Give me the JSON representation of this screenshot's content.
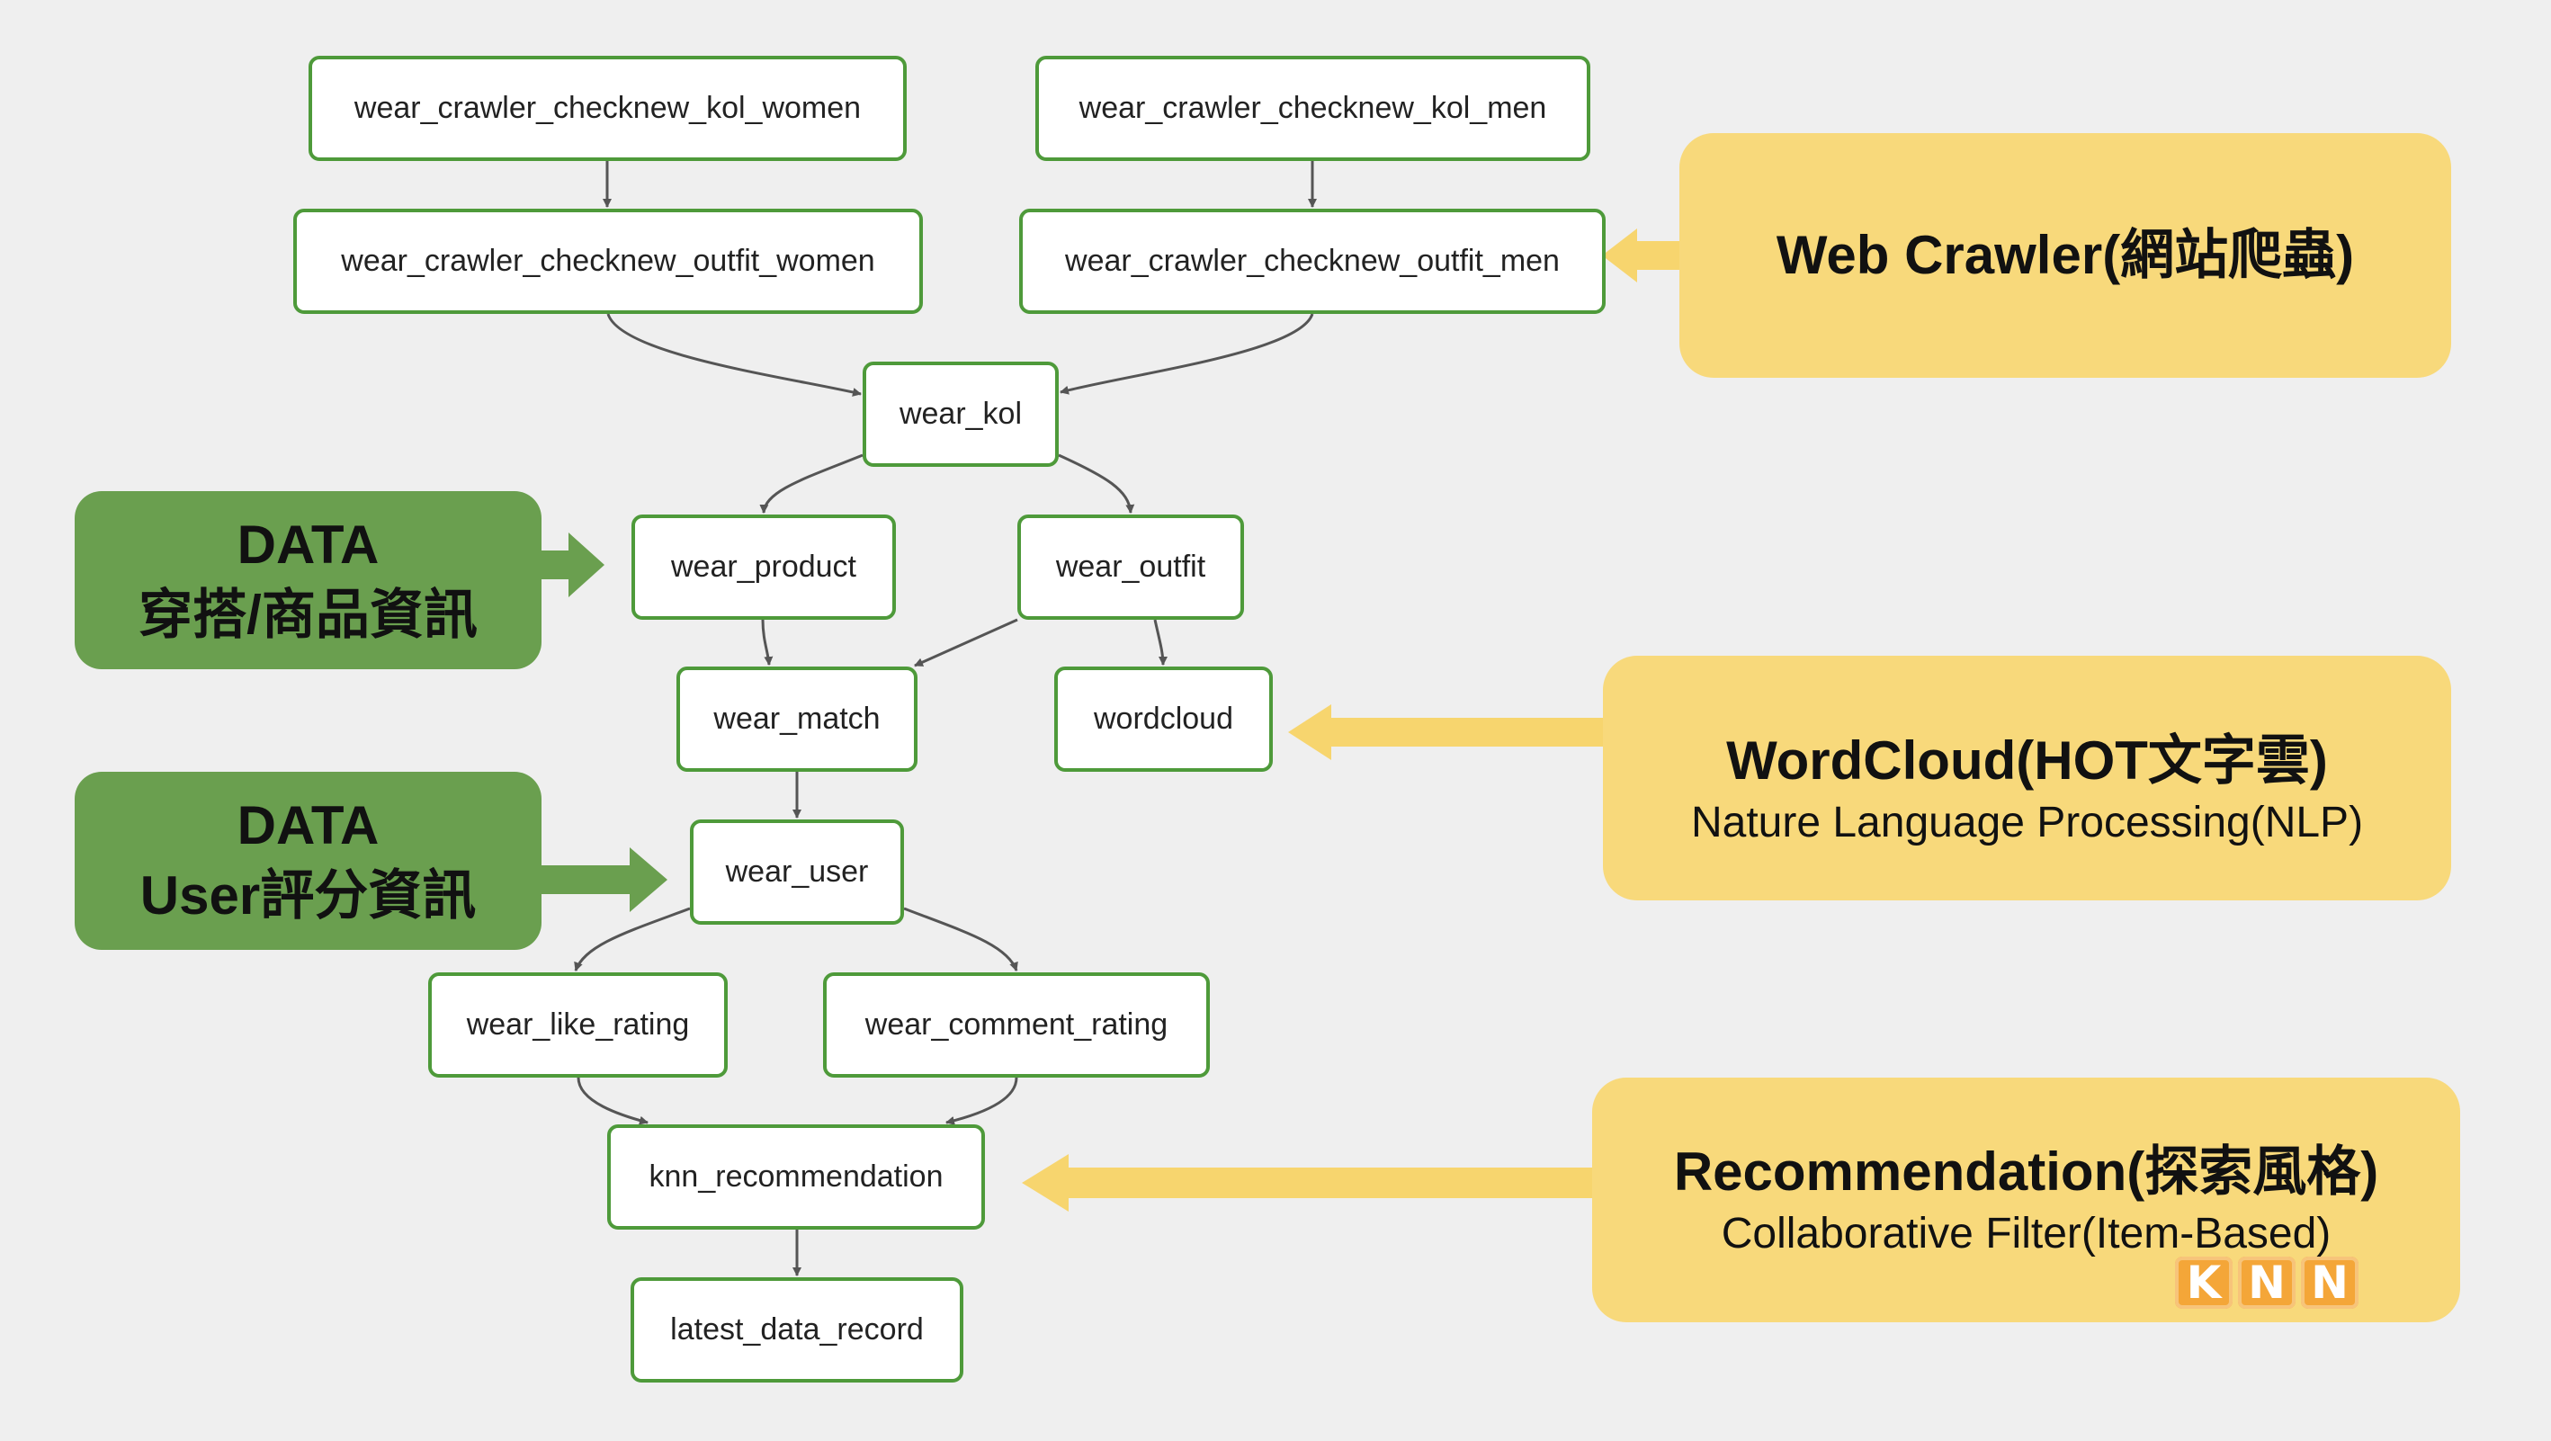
{
  "nodes": [
    "wear_crawler_checknew_kol_women",
    "wear_crawler_checknew_kol_men",
    "wear_crawler_checknew_outfit_women",
    "wear_crawler_checknew_outfit_men",
    "wear_kol",
    "wear_product",
    "wear_outfit",
    "wear_match",
    "wordcloud",
    "wear_user",
    "wear_like_rating",
    "wear_comment_rating",
    "knn_recommendation",
    "latest_data_record"
  ],
  "data_labels": [
    {
      "line1": "DATA",
      "line2": "穿搭/商品資訊"
    },
    {
      "line1": "DATA",
      "line2": "User評分資訊"
    }
  ],
  "annotations": {
    "crawler": {
      "title": "Web Crawler(網站爬蟲)",
      "subtitle": ""
    },
    "wordcloud": {
      "title": "WordCloud(HOT文字雲)",
      "subtitle": "Nature Language Processing(NLP)"
    },
    "recommendation": {
      "title": "Recommendation(探索風格)",
      "subtitle": "Collaborative Filter(Item-Based)"
    }
  },
  "badge": [
    "K",
    "N",
    "N"
  ],
  "colors": {
    "node_border": "#4e9a3a",
    "node_fill": "#ffffff",
    "edge": "#555555",
    "green_box": "#6a9f4f",
    "yellow_box": "#f8d97b",
    "yellow_arrow": "#f7d56e",
    "knn_badge": "#f4a638",
    "background": "#efefef"
  }
}
